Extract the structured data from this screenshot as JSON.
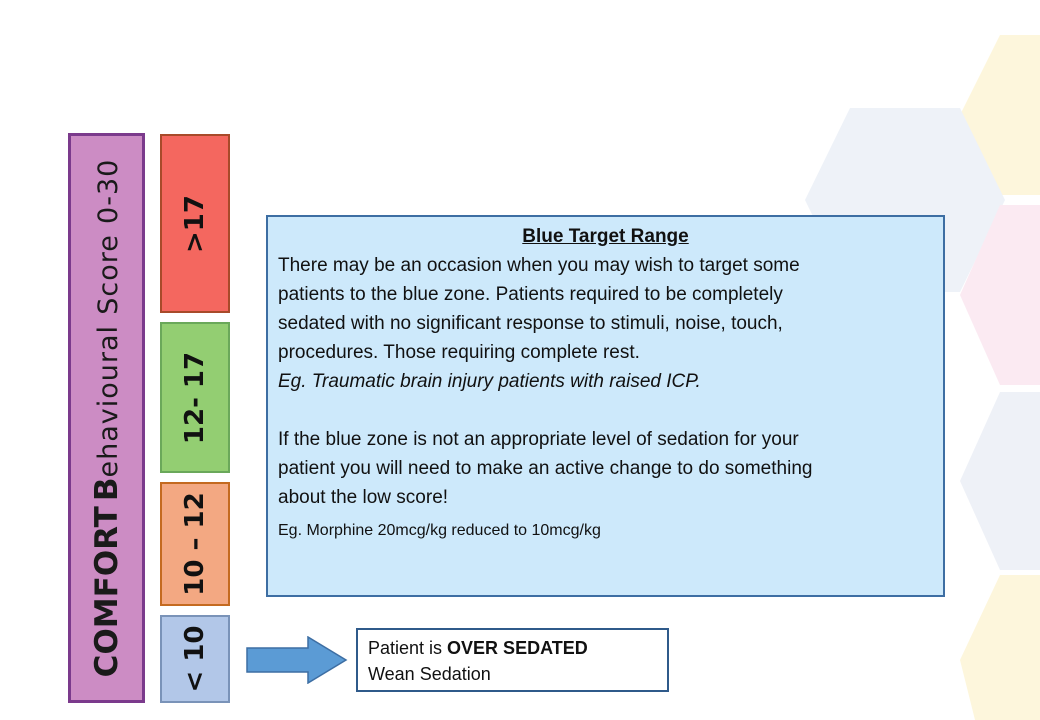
{
  "title": {
    "word1": "COMFORT",
    "letterB": "B",
    "rest1": "ehavioural",
    "word3": "Score",
    "range": "0-30"
  },
  "ranges": [
    {
      "label": ">17",
      "color": "#f4675f"
    },
    {
      "label": "12- 17",
      "color": "#93ce72"
    },
    {
      "label": "10 – 12",
      "color": "#f3a882"
    },
    {
      "label": "< 10",
      "color": "#b2c7e8"
    }
  ],
  "info": {
    "heading": "Blue Target Range",
    "lines1": [
      "There may be an occasion when you may wish to target some",
      "patients to the blue zone. Patients required to be completely",
      "sedated with no significant response to stimuli, noise, touch,",
      "procedures. Those requiring complete rest."
    ],
    "example1": "Eg. Traumatic brain injury patients with raised ICP.",
    "lines2": [
      "If the blue zone is not an appropriate level of sedation for your",
      "patient you will need to make an active change to do something",
      "about the low score!"
    ],
    "example2": "Eg. Morphine 20mcg/kg reduced to 10mcg/kg"
  },
  "over_sedated": {
    "prefix": "Patient is ",
    "bold": "OVER SEDATED",
    "line2": "Wean Sedation"
  },
  "colors": {
    "title_bar": "#cc8cc4",
    "info_box": "#cde9fb",
    "arrow": "#5b9bd5"
  }
}
